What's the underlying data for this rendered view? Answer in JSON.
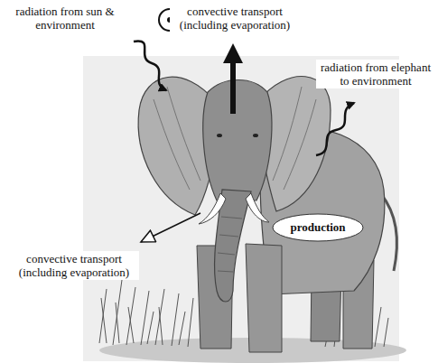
{
  "diagram": {
    "nodes": [
      {
        "text": [
          "production"
        ]
      }
    ],
    "labels": [
      "radiation from sun & environment",
      "convective transport (including evaporation)",
      "radiation from elephant to environment",
      "convective transport (including evaporation)"
    ]
  }
}
